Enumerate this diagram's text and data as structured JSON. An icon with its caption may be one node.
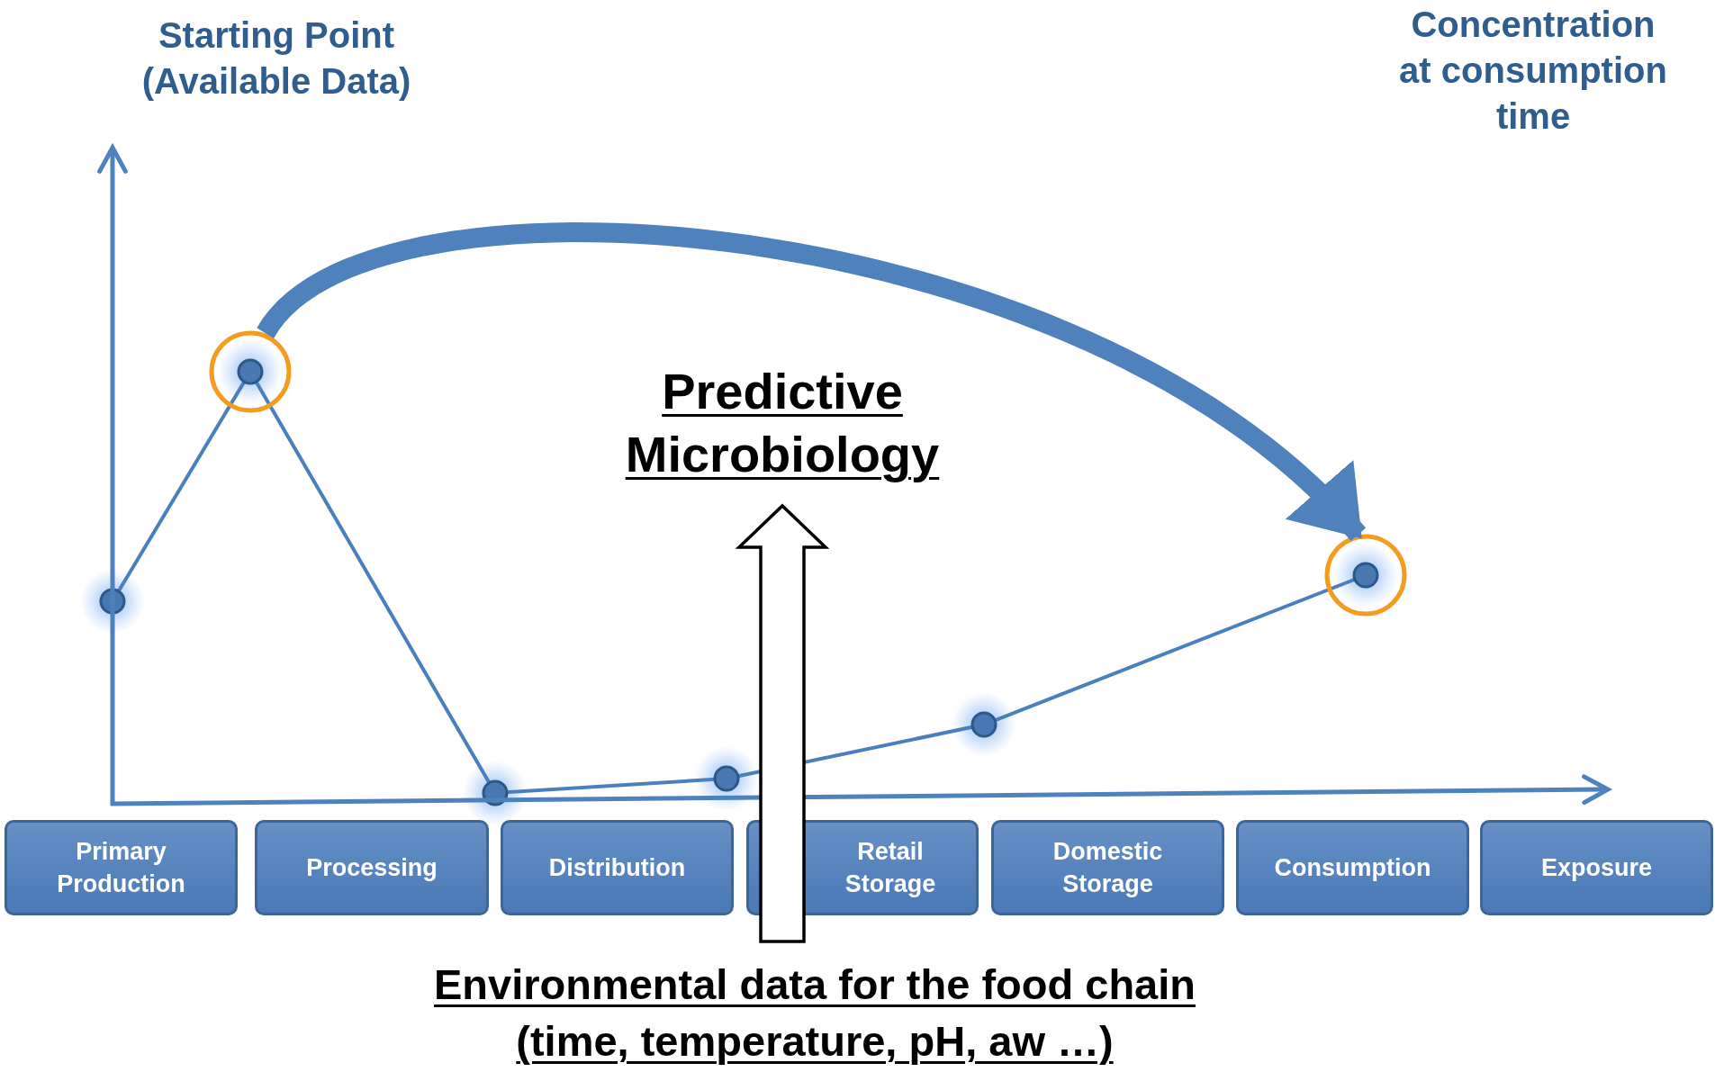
{
  "diagram": {
    "nodes": [
      {
        "text": [],
        "shape": "circle"
      },
      {
        "text": [],
        "shape": "circle"
      },
      {
        "text": [
          "Predictive Microbiology"
        ]
      },
      {
        "text": [
          "Primary Production"
        ]
      },
      {
        "text": [
          "Processing"
        ]
      },
      {
        "text": [
          "Distribution"
        ]
      },
      {
        "text": [
          "Retail Storage"
        ]
      },
      {
        "text": [
          "Domestic Storage"
        ]
      },
      {
        "text": [
          "Consumption"
        ]
      },
      {
        "text": [
          "Exposure"
        ]
      },
      {
        "text": [
          "Environmental data for the food chain",
          "(time, temperature, pH, aw …)"
        ]
      }
    ],
    "edges": [
      {
        "from": 0,
        "to": 1,
        "arrow": "to",
        "color": "#4f81bd"
      },
      {
        "from": 10,
        "to": 2,
        "arrow": "to"
      }
    ],
    "labels": [
      "Starting Point (Available Data)",
      "Concentration at consumption time"
    ]
  }
}
